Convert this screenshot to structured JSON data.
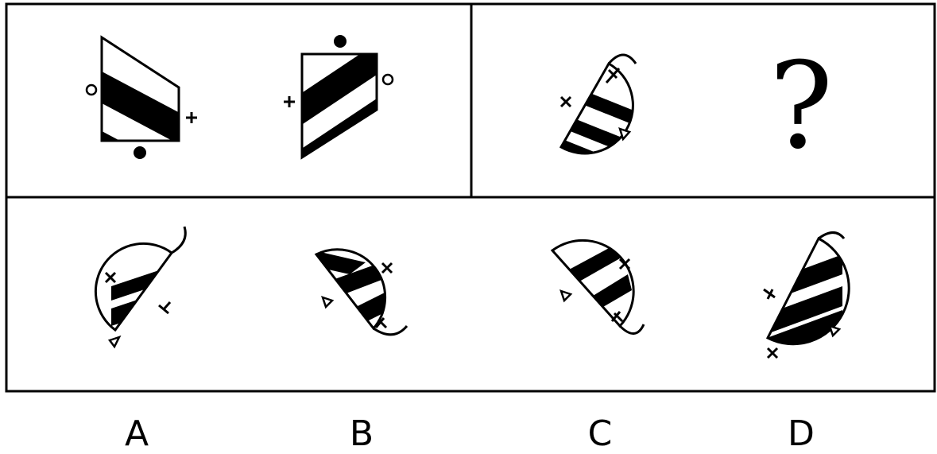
{
  "question": {
    "mark": "?"
  },
  "options": [
    {
      "label": "A"
    },
    {
      "label": "B"
    },
    {
      "label": "C"
    },
    {
      "label": "D"
    }
  ]
}
